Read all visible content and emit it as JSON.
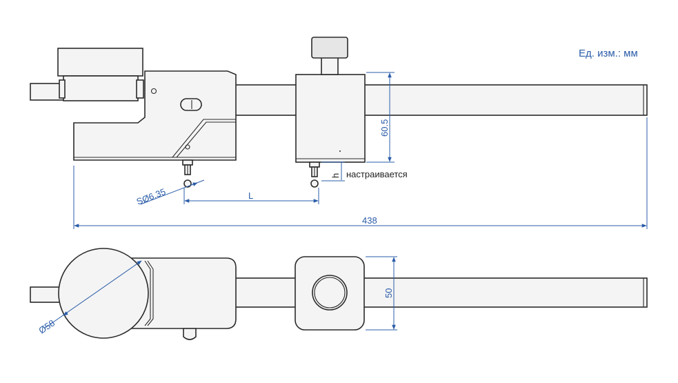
{
  "units_label": "Ед. изм.: мм",
  "dimensions": {
    "total_length": "438",
    "height": "60.5",
    "ball_diameter": "SØ6.35",
    "spacing": "L",
    "adjust_h": "h",
    "adjust_note": "настраивается",
    "dial_diameter": "Ø58",
    "block_width": "50"
  }
}
